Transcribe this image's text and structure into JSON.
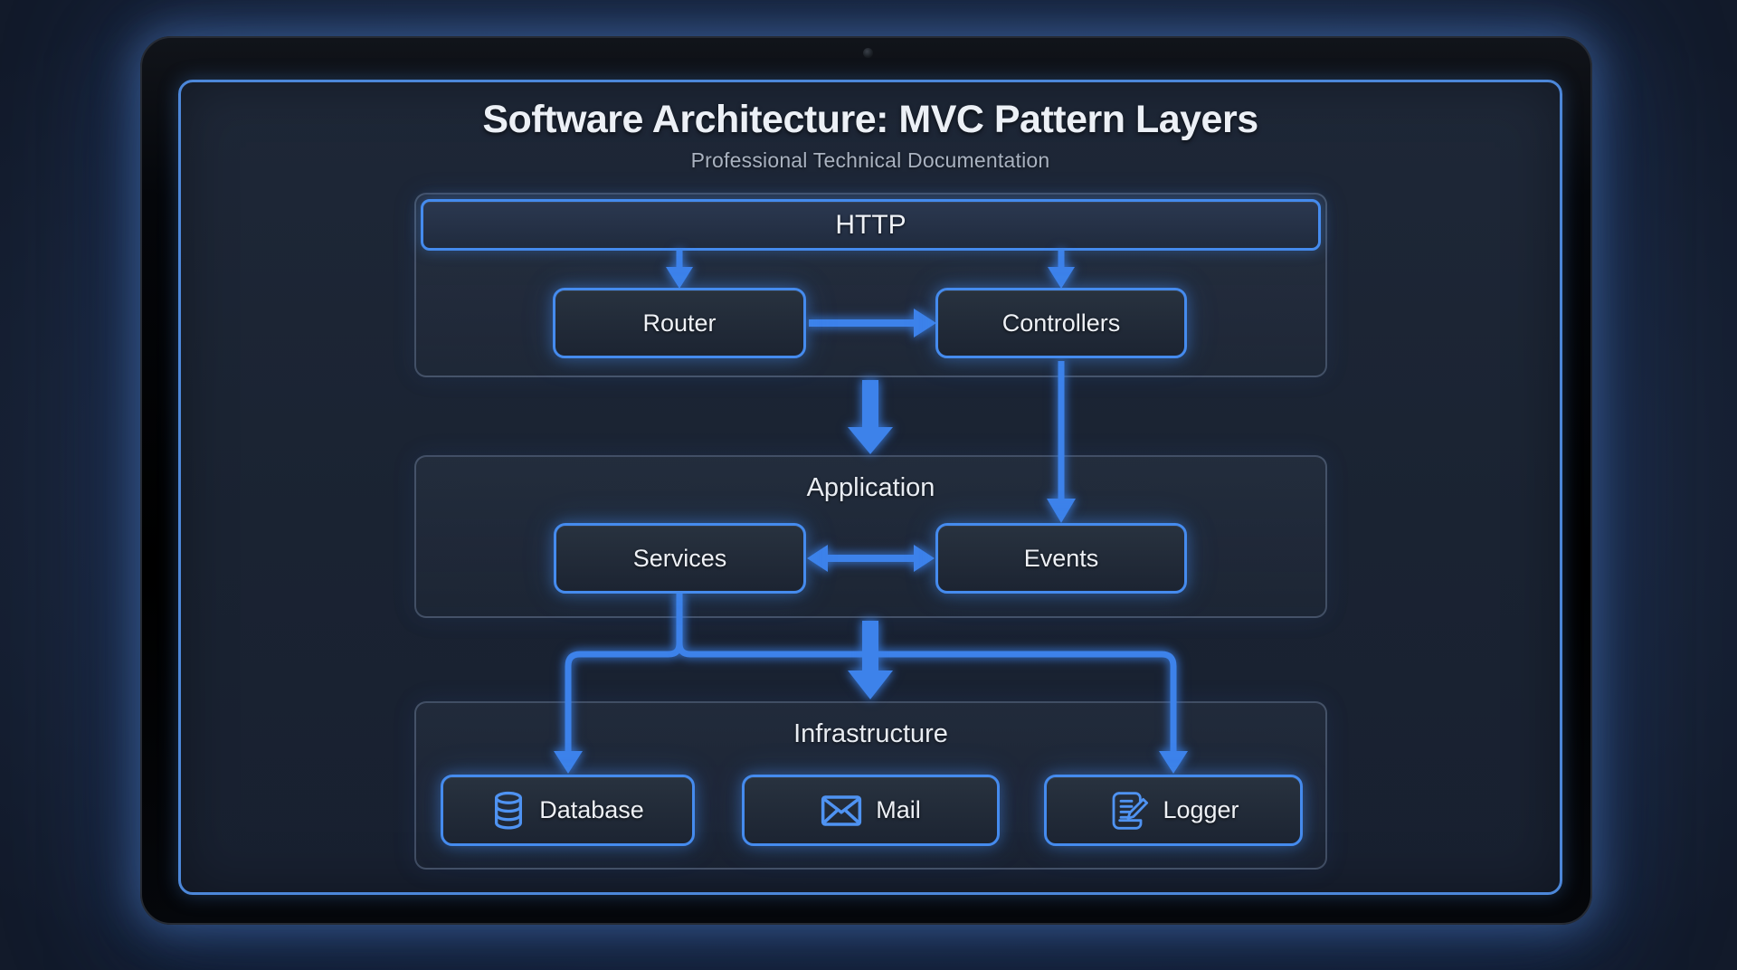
{
  "header": {
    "title": "Software Architecture: MVC Pattern Layers",
    "subtitle": "Professional Technical Documentation"
  },
  "layers": [
    {
      "title": "HTTP",
      "nodes": [
        {
          "label": "Router"
        },
        {
          "label": "Controllers"
        }
      ]
    },
    {
      "title": "Application",
      "nodes": [
        {
          "label": "Services"
        },
        {
          "label": "Events"
        }
      ]
    },
    {
      "title": "Infrastructure",
      "nodes": [
        {
          "label": "Database",
          "icon": "database-icon"
        },
        {
          "label": "Mail",
          "icon": "mail-icon"
        },
        {
          "label": "Logger",
          "icon": "logger-icon"
        }
      ]
    }
  ],
  "connections": [
    {
      "from": "HTTP",
      "to": "Router",
      "type": "arrow"
    },
    {
      "from": "HTTP",
      "to": "Controllers",
      "type": "arrow"
    },
    {
      "from": "Router",
      "to": "Controllers",
      "type": "arrow"
    },
    {
      "from": "HTTP layer",
      "to": "Application layer",
      "type": "thick-arrow"
    },
    {
      "from": "Controllers",
      "to": "Events",
      "type": "arrow"
    },
    {
      "from": "Services",
      "to": "Events",
      "type": "double-arrow"
    },
    {
      "from": "Application layer",
      "to": "Infrastructure layer",
      "type": "thick-arrow"
    },
    {
      "from": "Services",
      "to": "Database",
      "type": "elbow-arrow"
    },
    {
      "from": "Services",
      "to": "Logger",
      "type": "elbow-arrow"
    }
  ],
  "colors": {
    "accent": "#3D82EA",
    "node_border": "#458BEE",
    "screen_border": "#4C87D9",
    "text_primary": "#ECF0F6",
    "text_secondary": "#A9B2C0"
  }
}
